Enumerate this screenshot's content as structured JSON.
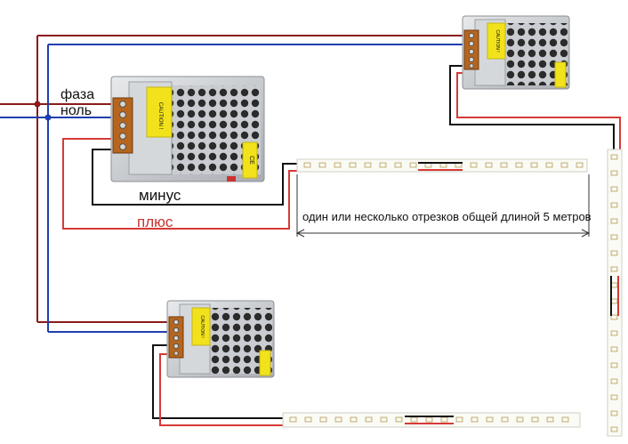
{
  "labels": {
    "phase": "фаза",
    "neutral": "ноль",
    "minus": "минус",
    "plus": "плюс",
    "segment_note": "один или несколько отрезков общей длиной 5 метров"
  },
  "power_supply": {
    "caution_text": "CAUTION !",
    "model_text": "CE"
  },
  "colors": {
    "phase_wire": "#8b1a1a",
    "neutral_wire": "#1f3fb0",
    "plus_wire": "#d63a36",
    "minus_wire": "#111111",
    "caution_yellow": "#f2e21c"
  },
  "icons": [
    "power-supply-icon",
    "led-strip-icon",
    "junction-dot-icon",
    "dimension-arrow-icon"
  ]
}
